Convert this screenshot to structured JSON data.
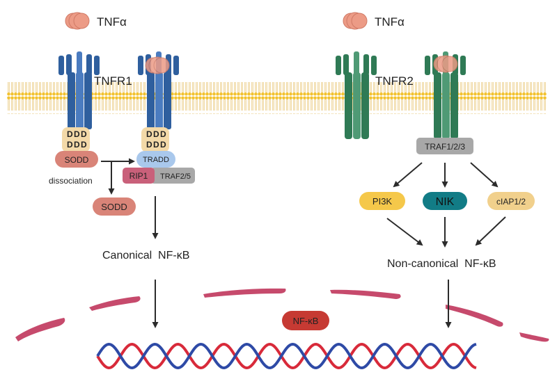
{
  "ligands": [
    {
      "label": "TNFα"
    },
    {
      "label": "TNFα"
    }
  ],
  "receptors": {
    "tnfr1_label": "TNFR1",
    "tnfr2_label": "TNFR2"
  },
  "death_domain_letter": "D",
  "left_pathway": {
    "sodd_bound": "SODD",
    "tradd": "TRADD",
    "rip1": "RIP1",
    "traf25": "TRAF2/5",
    "dissociation": "dissociation",
    "sodd_free": "SODD",
    "outcome": "Canonical  NF-κB"
  },
  "right_pathway": {
    "traf123": "TRAF1/2/3",
    "pi3k": "PI3K",
    "nik": "NIK",
    "ciap": "cIAP1/2",
    "outcome": "Non-canonical  NF-κB"
  },
  "nucleus": {
    "nfkb": "NF-κB"
  },
  "colors": {
    "membrane_head": "#f2c230",
    "tnfr1_blue": "#2f5f9e",
    "tnfr2_green": "#2f7a55",
    "sodd": "#d98478",
    "tradd": "#a9c8ec",
    "rip1": "#c9607a",
    "traf_gray": "#a8a8a8",
    "pi3k": "#f5c84a",
    "nik": "#127c86",
    "ciap": "#f1d08c",
    "nucleus_envelope": "#c64a6c",
    "nfkb": "#c63a33",
    "dna_red": "#d82a3a",
    "dna_blue": "#2e4aa6",
    "ligand": "#ec9b86"
  }
}
